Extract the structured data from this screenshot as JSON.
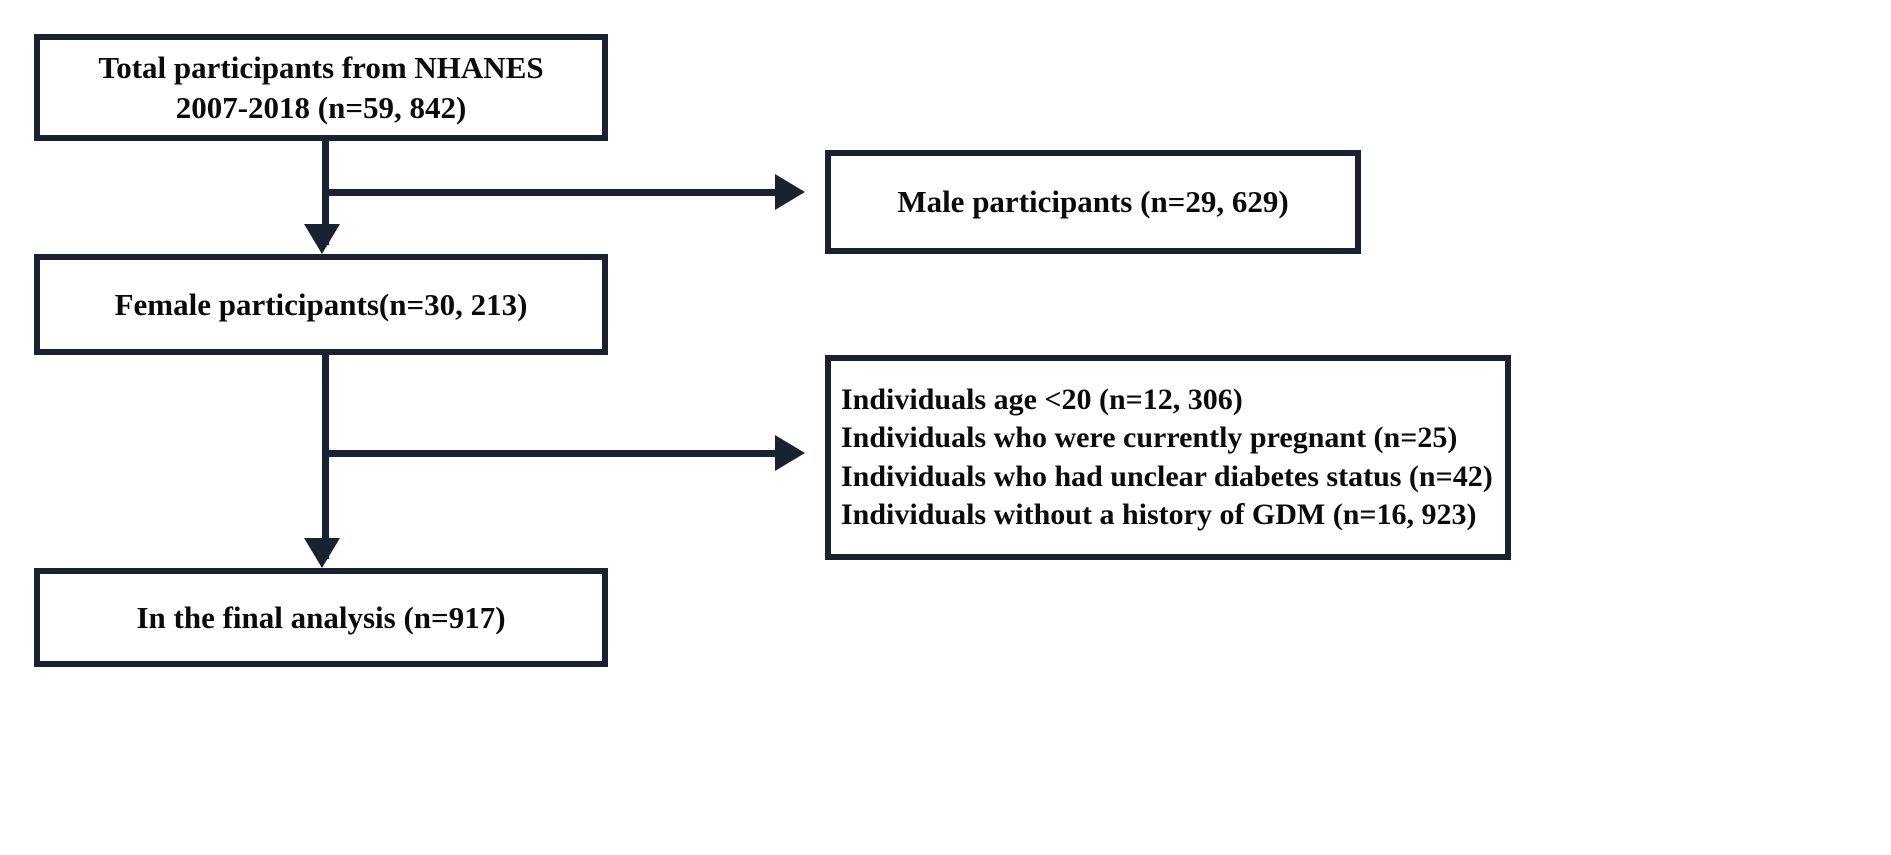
{
  "diagram": {
    "title": "NHANES participant selection flowchart",
    "colors": {
      "stroke": "#1a2232",
      "box_fill": "#ffffff",
      "text": "#0b0b0b",
      "background": "#ffffff"
    },
    "nodes": {
      "total_participants": {
        "line1": "Total participants from NHANES",
        "line2": "2007-2018 (n=59, 842)"
      },
      "male_participants": {
        "line1": "Male participants (n=29, 629)"
      },
      "female_participants": {
        "line1": "Female participants(n=30, 213)"
      },
      "exclusions": {
        "line1": "Individuals age <20 (n=12, 306)",
        "line2": "Individuals who were currently pregnant (n=25)",
        "line3": "Individuals who had unclear diabetes status (n=42)",
        "line4": "Individuals without a history of GDM (n=16, 923)"
      },
      "final_analysis": {
        "line1": "In the final analysis (n=917)"
      }
    },
    "connectors": {
      "total_to_female": "arrow-down",
      "total_to_male": "arrow-right",
      "female_to_final": "arrow-down",
      "female_to_exclusions": "arrow-right"
    }
  }
}
